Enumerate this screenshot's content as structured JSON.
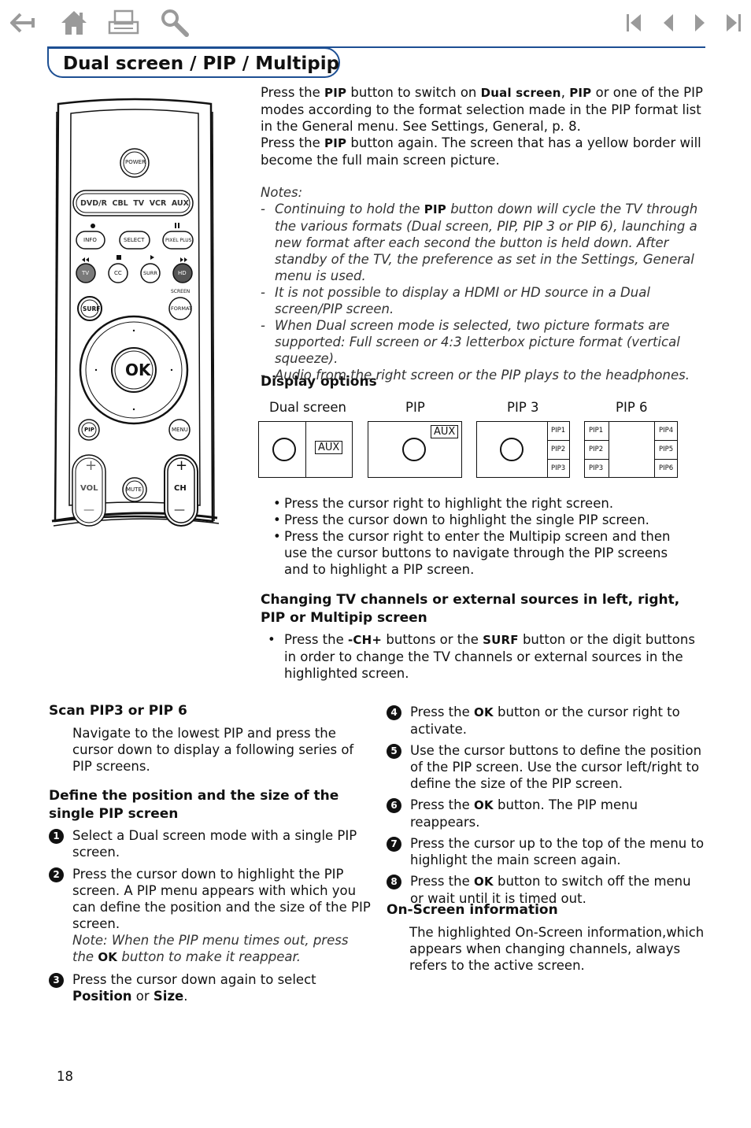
{
  "nav": {
    "icons": [
      "back-arrow-icon",
      "home-icon",
      "print-icon",
      "search-icon",
      "first-page-icon",
      "previous-page-icon",
      "next-page-icon",
      "last-page-icon"
    ]
  },
  "header": {
    "title": "Dual screen / PIP / Multipip"
  },
  "remote": {
    "power": "POWER",
    "sources": [
      "DVD/R",
      "CBL",
      "TV",
      "VCR",
      "AUX"
    ],
    "row1": [
      "INFO",
      "SELECT",
      "PIXEL PLUS"
    ],
    "row2": [
      "TV",
      "CC",
      "SURR",
      "HD"
    ],
    "screen_label": "SCREEN",
    "surf": "SURF",
    "format": "FORMAT",
    "ok": "OK",
    "pip": "PIP",
    "menu": "MENU",
    "vol": "VOL",
    "mute": "MUTE",
    "ch": "CH",
    "plus": "+",
    "minus": "—"
  },
  "intro": {
    "p1_a": "Press the ",
    "p1_pip": "PIP",
    "p1_b": " button to switch on ",
    "p1_dual": "Dual screen",
    "p1_c": ", ",
    "p1_pip2": "PIP",
    "p1_d": " or one of the PIP modes according to the format selection made in the PIP format list in the General menu. See Settings, General, p. 8.",
    "p2_a": "Press the ",
    "p2_pip": "PIP",
    "p2_b": " button again. The screen that has a yellow border will become the full main screen picture."
  },
  "notes": {
    "title": "Notes:",
    "n1_a": "Continuing to hold the ",
    "n1_pip": "PIP",
    "n1_b": " button down will cycle the TV through the various formats (Dual screen, PIP, PIP 3 or PIP 6), launching a new format after each second the button is held down. After standby of the TV, the preference as set in the Settings, General menu is used.",
    "n2": "It is not possible to display a HDMI or HD source in a Dual screen/PIP screen.",
    "n3": "When Dual screen mode is selected, two picture formats are supported: Full screen or 4:3 letterbox picture format (vertical squeeze).",
    "n4": "Audio from the right screen or the PIP plays to the headphones.",
    "dash": "-"
  },
  "display_options": {
    "heading": "Display options",
    "labels": [
      "Dual screen",
      "PIP",
      "PIP 3",
      "PIP 6"
    ],
    "aux": "AUX",
    "pip3": [
      "PIP1",
      "PIP2",
      "PIP3"
    ],
    "pip6_left": [
      "PIP1",
      "PIP2",
      "PIP3"
    ],
    "pip6_right": [
      "PIP4",
      "PIP5",
      "PIP6"
    ],
    "bullets": [
      "Press the cursor right to highlight the right screen.",
      "Press the cursor down to highlight the single PIP screen.",
      "Press the cursor right to enter the Multipip screen and then use the cursor buttons to navigate through the PIP screens and to highlight a PIP screen."
    ],
    "bullet": "•"
  },
  "changing": {
    "heading": "Changing TV channels or external sources in left, right, PIP or Multipip screen",
    "a": "Press the ",
    "ch": "-CH+",
    "b": " buttons or the ",
    "surf": "SURF",
    "c": " button or the digit buttons in order to change the TV channels or external sources in the highlighted screen."
  },
  "scan": {
    "heading": "Scan PIP3 or PIP 6",
    "text": "Navigate to the lowest PIP and press the cursor down to display a following series of PIP screens."
  },
  "define": {
    "heading": "Define the position and the size of the single PIP screen",
    "steps": [
      {
        "n": "1",
        "text": "Select a Dual screen mode with a single PIP screen."
      },
      {
        "n": "2",
        "text": "Press the cursor down to highlight the PIP screen. A PIP menu appears with which you can define the position and the size of the PIP screen."
      },
      {
        "n": "3",
        "a": "Press the cursor down again to select ",
        "b1": "Position",
        "c": " or ",
        "b2": "Size",
        "d": "."
      }
    ],
    "note_a": "Note: When the PIP menu times out, press the ",
    "note_ok": "OK",
    "note_b": " button to make it reappear."
  },
  "steps_right": [
    {
      "n": "4",
      "a": "Press the ",
      "ok": "OK",
      "b": " button or the cursor right to activate."
    },
    {
      "n": "5",
      "text": "Use the cursor buttons to define the position of the PIP screen. Use the cursor left/right to define the size of the PIP screen."
    },
    {
      "n": "6",
      "a": "Press the ",
      "ok": "OK",
      "b": " button. The PIP menu reappears."
    },
    {
      "n": "7",
      "text": "Press the cursor up to the top of the menu to highlight the main screen again."
    },
    {
      "n": "8",
      "a": "Press the ",
      "ok": "OK",
      "b": " button to switch off the menu or wait until it is timed out."
    }
  ],
  "onscreen": {
    "heading": "On-Screen information",
    "text": "The highlighted On-Screen information,which appears when changing channels, always refers to the active screen."
  },
  "page_number": "18"
}
